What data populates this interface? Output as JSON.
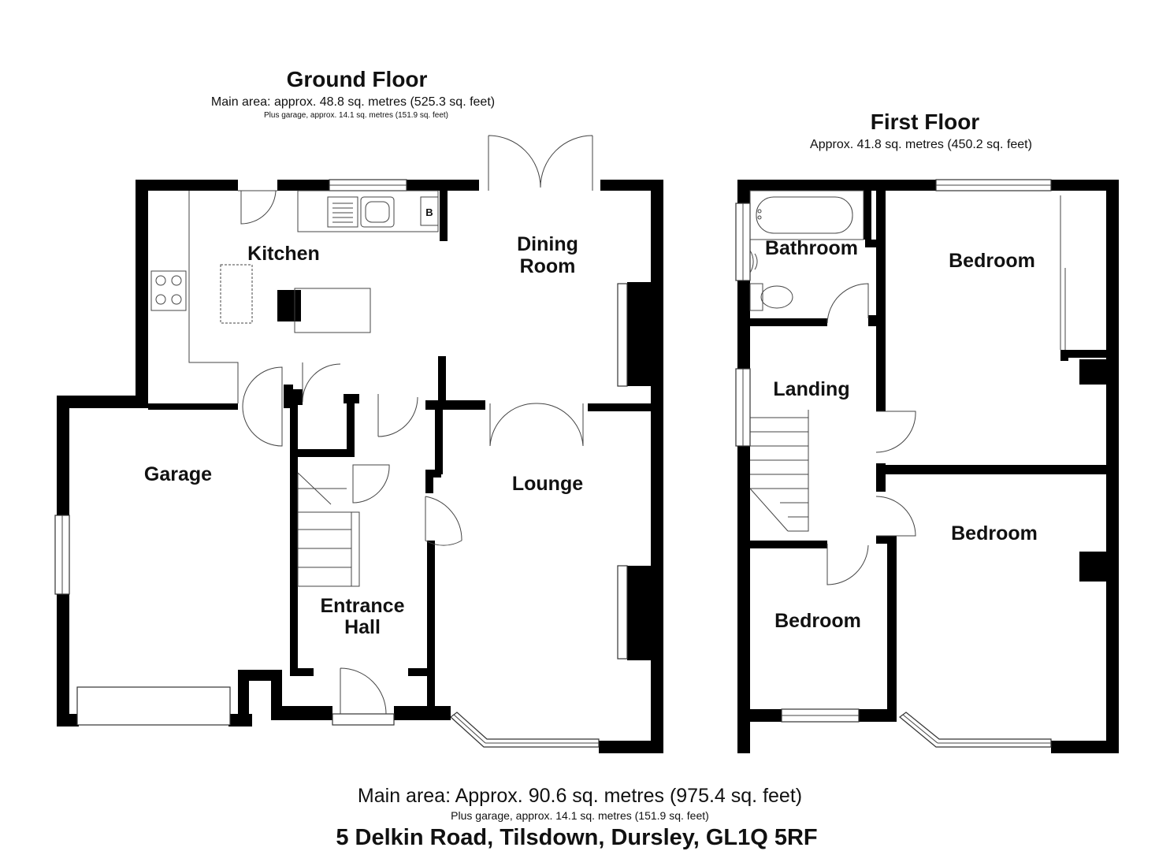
{
  "ground_floor": {
    "title": "Ground Floor",
    "main_area": "Main area: approx. 48.8 sq. metres (525.3 sq. feet)",
    "garage_area": "Plus garage, approx. 14.1 sq. metres (151.9 sq. feet)",
    "rooms": {
      "kitchen": "Kitchen",
      "dining_line1": "Dining",
      "dining_line2": "Room",
      "garage": "Garage",
      "lounge": "Lounge",
      "entrance_line1": "Entrance",
      "entrance_line2": "Hall",
      "boiler": "B"
    }
  },
  "first_floor": {
    "title": "First Floor",
    "area": "Approx. 41.8 sq. metres (450.2 sq. feet)",
    "rooms": {
      "bathroom": "Bathroom",
      "landing": "Landing",
      "bedroom_1": "Bedroom",
      "bedroom_2": "Bedroom",
      "bedroom_3": "Bedroom"
    }
  },
  "footer": {
    "total_area": "Main area: Approx. 90.6 sq. metres (975.4 sq. feet)",
    "garage_area": "Plus garage, approx. 14.1 sq. metres (151.9 sq. feet)",
    "address": "5 Delkin Road, Tilsdown, Dursley, GL1Q 5RF"
  }
}
